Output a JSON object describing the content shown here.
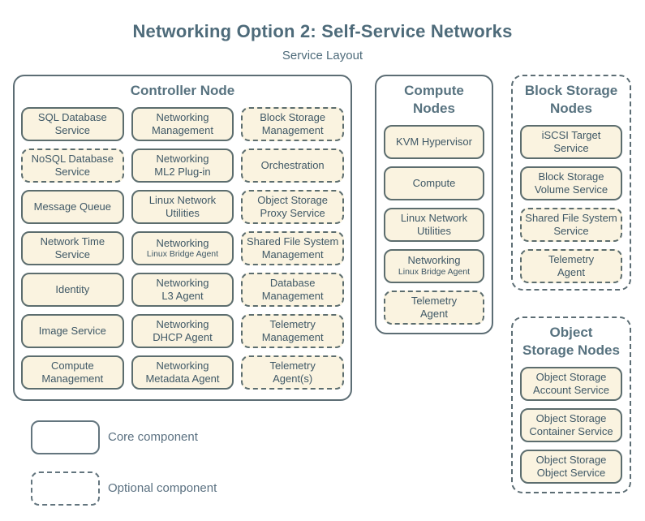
{
  "title": "Networking Option 2: Self-Service Networks",
  "subtitle": "Service Layout",
  "colors": {
    "background": "#ffffff",
    "box_fill": "#faf3e0",
    "box_border": "#5c6d6e",
    "box_text": "#3f5866",
    "header_text": "#57727f",
    "title_text": "#4e6b7a"
  },
  "controller": {
    "header": "Controller Node",
    "type": "core",
    "services": [
      {
        "label": "SQL Database\nService",
        "type": "core"
      },
      {
        "label": "Networking\nManagement",
        "type": "core"
      },
      {
        "label": "Block Storage\nManagement",
        "type": "optional"
      },
      {
        "label": "NoSQL Database\nService",
        "type": "optional"
      },
      {
        "label": "Networking\nML2 Plug-in",
        "type": "core"
      },
      {
        "label": "Orchestration",
        "type": "optional"
      },
      {
        "label": "Message Queue",
        "type": "core"
      },
      {
        "label": "Linux Network\nUtilities",
        "type": "core"
      },
      {
        "label": "Object Storage\nProxy Service",
        "type": "optional"
      },
      {
        "label": "Network Time\nService",
        "type": "core"
      },
      {
        "label": "Networking",
        "sublabel": "Linux Bridge Agent",
        "type": "core"
      },
      {
        "label": "Shared File System\nManagement",
        "type": "optional"
      },
      {
        "label": "Identity",
        "type": "core"
      },
      {
        "label": "Networking\nL3 Agent",
        "type": "core"
      },
      {
        "label": "Database\nManagement",
        "type": "optional"
      },
      {
        "label": "Image Service",
        "type": "core"
      },
      {
        "label": "Networking\nDHCP Agent",
        "type": "core"
      },
      {
        "label": "Telemetry\nManagement",
        "type": "optional"
      },
      {
        "label": "Compute\nManagement",
        "type": "core"
      },
      {
        "label": "Networking\nMetadata Agent",
        "type": "core"
      },
      {
        "label": "Telemetry\nAgent(s)",
        "type": "optional"
      }
    ]
  },
  "compute": {
    "header": "Compute\nNodes",
    "type": "core",
    "services": [
      {
        "label": "KVM Hypervisor",
        "type": "core"
      },
      {
        "label": "Compute",
        "type": "core"
      },
      {
        "label": "Linux Network\nUtilities",
        "type": "core"
      },
      {
        "label": "Networking",
        "sublabel": "Linux Bridge Agent",
        "type": "core"
      },
      {
        "label": "Telemetry\nAgent",
        "type": "optional"
      }
    ]
  },
  "block_storage": {
    "header": "Block Storage\nNodes",
    "type": "optional",
    "services": [
      {
        "label": "iSCSI Target\nService",
        "type": "core"
      },
      {
        "label": "Block Storage\nVolume Service",
        "type": "core"
      },
      {
        "label": "Shared File System\nService",
        "type": "optional"
      },
      {
        "label": "Telemetry\nAgent",
        "type": "optional"
      }
    ]
  },
  "object_storage": {
    "header": "Object\nStorage Nodes",
    "type": "optional",
    "services": [
      {
        "label": "Object Storage\nAccount Service",
        "type": "core"
      },
      {
        "label": "Object Storage\nContainer Service",
        "type": "core"
      },
      {
        "label": "Object Storage\nObject Service",
        "type": "core"
      }
    ]
  },
  "legend": {
    "core_label": "Core component",
    "optional_label": "Optional component"
  }
}
